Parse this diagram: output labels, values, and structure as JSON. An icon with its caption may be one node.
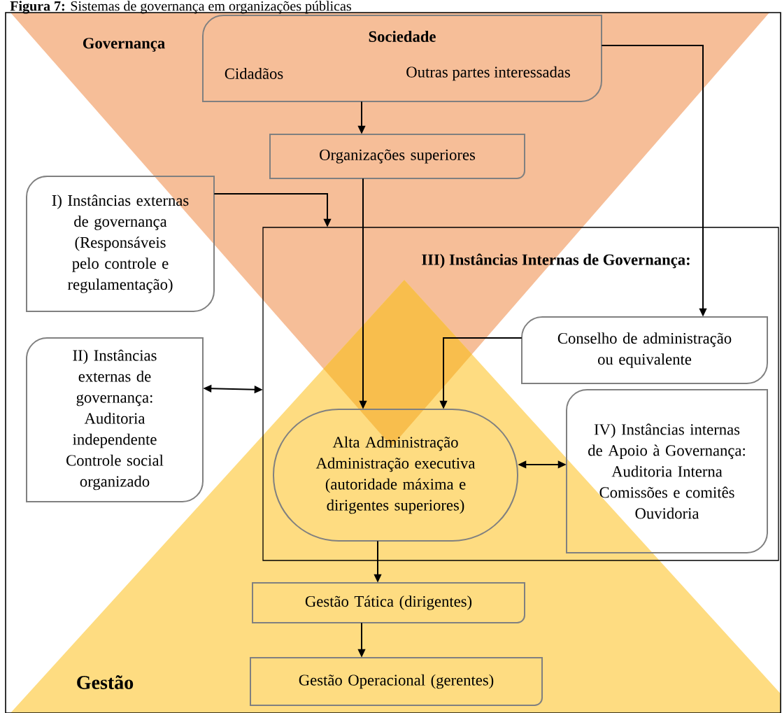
{
  "diagram": {
    "caption": "**Figura 7:** Sistemas de governança em organizações públicas",
    "nodes": [
      {
        "text": [
          "Sociedade",
          "Cidadãos",
          "Outras partes interessadas"
        ]
      },
      {
        "text": [
          "Organizações  superiores"
        ]
      },
      {
        "text": [
          "I) Instâncias externas de governança (Responsáveis pelo controle e regulamentação)"
        ]
      },
      {
        "text": [
          "II) Instâncias externas de governança:",
          "Auditoria independente",
          "Controle social organizado"
        ]
      },
      {
        "text": [
          "III) Instâncias Internas de Governança:"
        ]
      },
      {
        "text": [
          "Conselho de administração ou equivalente"
        ],
        "in": 4
      },
      {
        "text": [
          "Alta Administração",
          "Administração executiva",
          "(autoridade máxima e dirigentes superiores)"
        ],
        "in": 4
      },
      {
        "text": [
          "IV) Instâncias internas de Apoio à Governança:",
          "Auditoria Interna",
          "Comissões e comitês",
          "Ouvidoria"
        ],
        "in": 4
      },
      {
        "text": [
          "Gestão Tática (dirigentes)"
        ]
      },
      {
        "text": [
          "Gestão Operacional (gerentes)"
        ]
      }
    ],
    "edges": [
      {
        "from": 0,
        "to": 1,
        "arrow": "to"
      },
      {
        "from": 0,
        "to": 5,
        "arrow": "to"
      },
      {
        "from": 2,
        "to": 4,
        "arrow": "to"
      },
      {
        "from": 1,
        "to": 6,
        "arrow": "to"
      },
      {
        "from": 5,
        "to": 6,
        "arrow": "to"
      },
      {
        "from": 3,
        "to": 4,
        "arrow": "both"
      },
      {
        "from": 6,
        "to": 7,
        "arrow": "both"
      },
      {
        "from": 6,
        "to": 8,
        "arrow": "to"
      },
      {
        "from": 8,
        "to": 9,
        "arrow": "to"
      }
    ],
    "labels": [
      "Governança",
      "Gestão"
    ]
  }
}
